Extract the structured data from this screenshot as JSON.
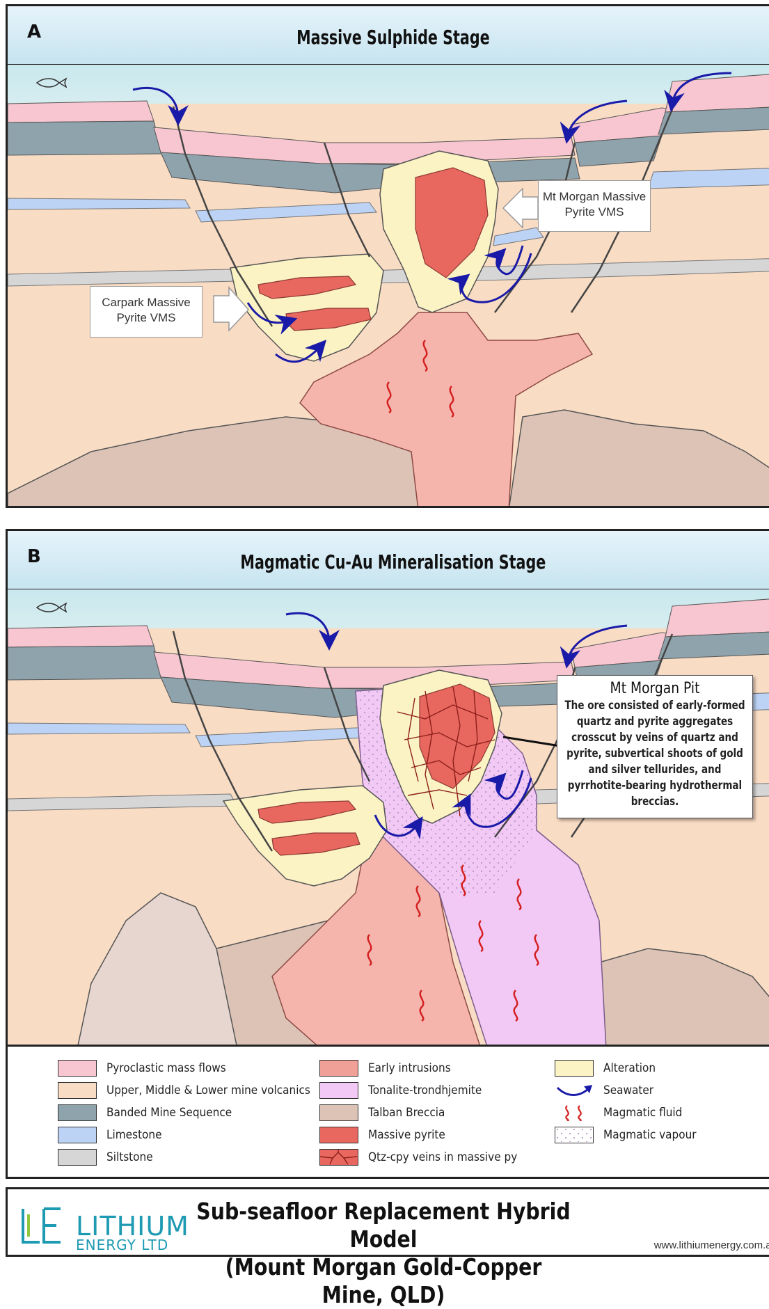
{
  "panel_a": {
    "letter": "A",
    "title": "Massive Sulphide Stage",
    "callout_carpark": [
      "Carpark Massive",
      "Pyrite VMS"
    ],
    "callout_mtmorgan": [
      "Mt Morgan Massive",
      "Pyrite VMS"
    ]
  },
  "panel_b": {
    "letter": "B",
    "title": "Magmatic Cu-Au Mineralisation Stage",
    "callout_pit_title": "Mt Morgan Pit",
    "callout_pit_lines": [
      "The ore consisted of early-formed",
      "quartz and pyrite aggregates",
      "crosscut by veins of quartz and",
      "pyrite, subvertical shoots of gold",
      "and silver tellurides, and",
      "pyrrhotite-bearing hydrothermal",
      "breccias."
    ]
  },
  "legend": {
    "col1": [
      {
        "label": "Pyroclastic mass flows",
        "color": "#f7c6d0"
      },
      {
        "label": "Upper, Middle & Lower mine volcanics",
        "color": "#f9dcc4"
      },
      {
        "label": "Banded Mine Sequence",
        "color": "#8fa3ad"
      },
      {
        "label": "Limestone",
        "color": "#bcd3f5"
      },
      {
        "label": "Siltstone",
        "color": "#d6d6d6"
      }
    ],
    "col2": [
      {
        "label": "Early intrusions",
        "color": "#f0a097"
      },
      {
        "label": "Tonalite-trondhjemite",
        "color": "#f2c8f5"
      },
      {
        "label": "Talban Breccia",
        "color": "#dcc3b6"
      },
      {
        "label": "Massive pyrite",
        "color": "#e8675f"
      },
      {
        "label": "Qtz-cpy veins in massive py",
        "color": "#e8675f"
      }
    ],
    "col3": [
      {
        "label": "Alteration",
        "color": "#fbf3c4"
      },
      {
        "label": "Seawater",
        "color": "#1a1aa8"
      },
      {
        "label": "Magmatic fluid",
        "color": "#d42020"
      },
      {
        "label": "Magmatic vapour",
        "color": "#ffffff"
      }
    ]
  },
  "footer": {
    "logo_name": "LITHIUM",
    "logo_sub": "ENERGY LTD",
    "title_line1": "Sub-seafloor Replacement Hybrid Model",
    "title_line2": "(Mount Morgan Gold-Copper Mine, QLD)",
    "url": "www.lithiumenergy.com.au"
  }
}
